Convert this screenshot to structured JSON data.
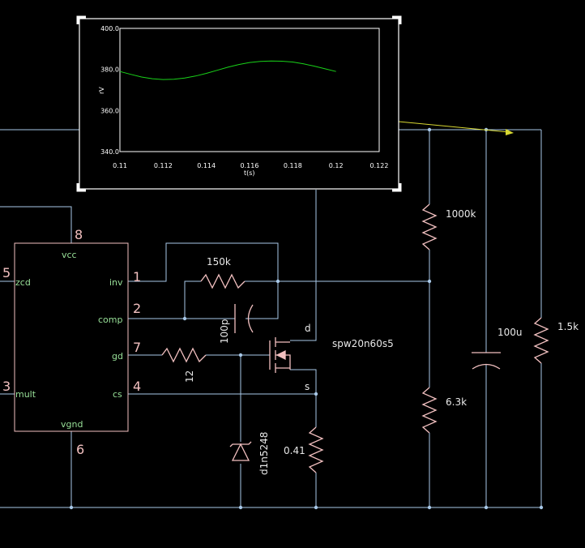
{
  "scope": {
    "chart_data": {
      "type": "line",
      "title": "",
      "xlabel": "t(s)",
      "ylabel": "rV",
      "xlim": [
        0.11,
        0.122
      ],
      "ylim": [
        340.0,
        400.0
      ],
      "x_ticks": [
        "0.11",
        "0.112",
        "0.114",
        "0.116",
        "0.118",
        "0.12",
        "0.122"
      ],
      "y_ticks": [
        "400.0",
        "380.0",
        "360.0",
        "340.0"
      ],
      "grid": false,
      "series": [
        {
          "name": "",
          "color": "#19d219",
          "x": [
            0.11,
            0.1105,
            0.111,
            0.1115,
            0.112,
            0.1125,
            0.113,
            0.1135,
            0.114,
            0.1145,
            0.115,
            0.1155,
            0.116,
            0.1165,
            0.117,
            0.1175,
            0.118,
            0.1185,
            0.119,
            0.1195,
            0.12
          ],
          "y": [
            379.0,
            377.6,
            376.3,
            375.5,
            375.1,
            375.2,
            375.8,
            376.8,
            378.1,
            379.6,
            381.1,
            382.4,
            383.4,
            383.9,
            384.1,
            384.0,
            383.6,
            382.7,
            381.6,
            380.3,
            379.0
          ]
        }
      ]
    }
  },
  "chip": {
    "pins": {
      "vcc": "8",
      "inv": "1",
      "zcd": "5",
      "comp": "2",
      "gd": "7",
      "mult": "3",
      "cs": "4",
      "vgnd": "6"
    },
    "pin_labels": {
      "vcc": "vcc",
      "zcd": "zcd",
      "inv": "inv",
      "comp": "comp",
      "gd": "gd",
      "mult": "mult",
      "cs": "cs",
      "vgnd": "vgnd"
    }
  },
  "components": {
    "r_feedback": "150k",
    "c_comp": "100p",
    "r_gate": "12",
    "zener": "d1n5248",
    "r_sense": "0.41",
    "mosfet": "spw20n60s5",
    "mos_drain": "d",
    "mos_source": "s",
    "r_top": "1000k",
    "r_bottom": "6.3k",
    "c_out": "100u",
    "r_load": "1.5k"
  },
  "colors": {
    "wire": "#a8c8e8",
    "component": "#f2c0c0",
    "chip_text": "#98e098",
    "trace": "#19d219",
    "probe": "#d8d832"
  }
}
